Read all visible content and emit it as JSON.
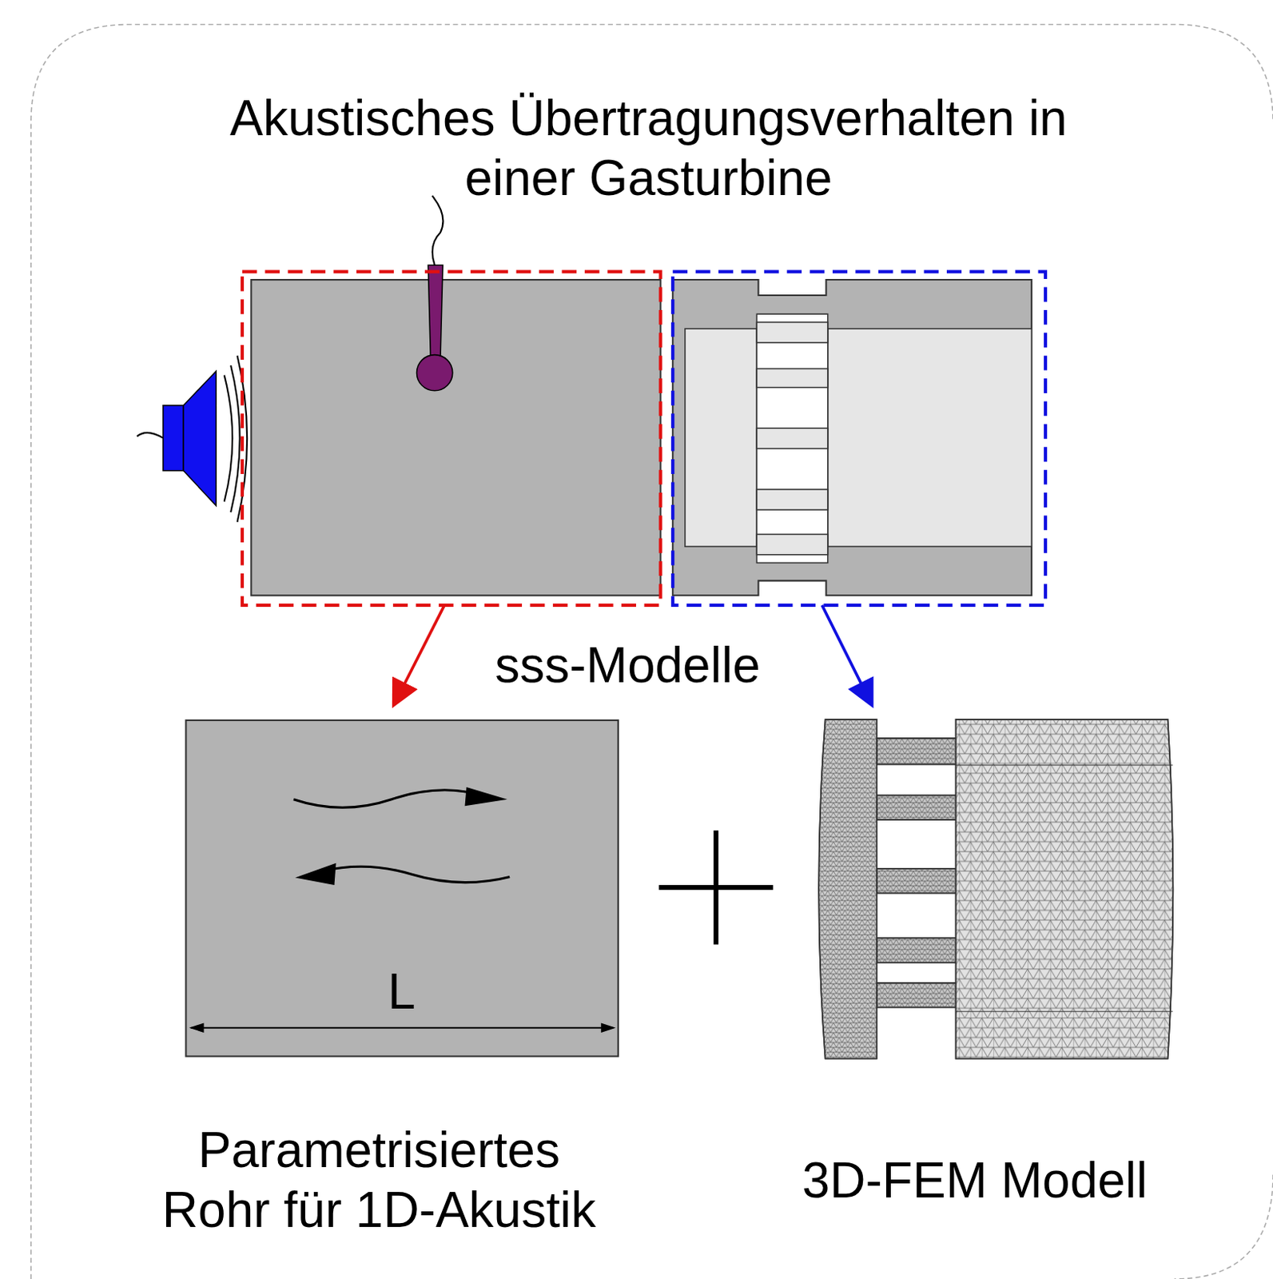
{
  "diagram": {
    "title": "Akustisches Übertragungsverhalten in einer Gasturbine",
    "nodes": [
      {
        "text": [
          "L",
          "Parametrisiertes Rohr für 1D-Akustik"
        ]
      },
      {
        "text": [
          "3D-FEM Modell"
        ]
      }
    ],
    "labels": [
      "sss-Modelle"
    ]
  }
}
